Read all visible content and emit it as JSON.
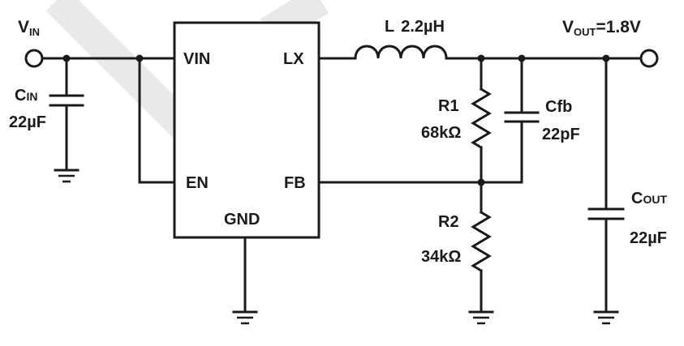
{
  "vin": {
    "main": "V",
    "sub": "IN"
  },
  "vout": {
    "main": "V",
    "sub": "OUT",
    "value": "=1.8V"
  },
  "inductor": {
    "name": "L",
    "value": "2.2µH"
  },
  "cin": {
    "main": "C",
    "sub": "IN",
    "value": "22µF"
  },
  "cfb": {
    "name": "Cfb",
    "value": "22pF"
  },
  "cout": {
    "main": "C",
    "sub": "OUT",
    "value": "22µF"
  },
  "r1": {
    "name": "R1",
    "value": "68kΩ"
  },
  "r2": {
    "name": "R2",
    "value": "34kΩ"
  },
  "ic": {
    "pins": {
      "vin": "VIN",
      "lx": "LX",
      "en": "EN",
      "fb": "FB",
      "gnd": "GND"
    }
  },
  "colors": {
    "ink": "#1a1a1a",
    "watermark": "#e9e9e9"
  }
}
